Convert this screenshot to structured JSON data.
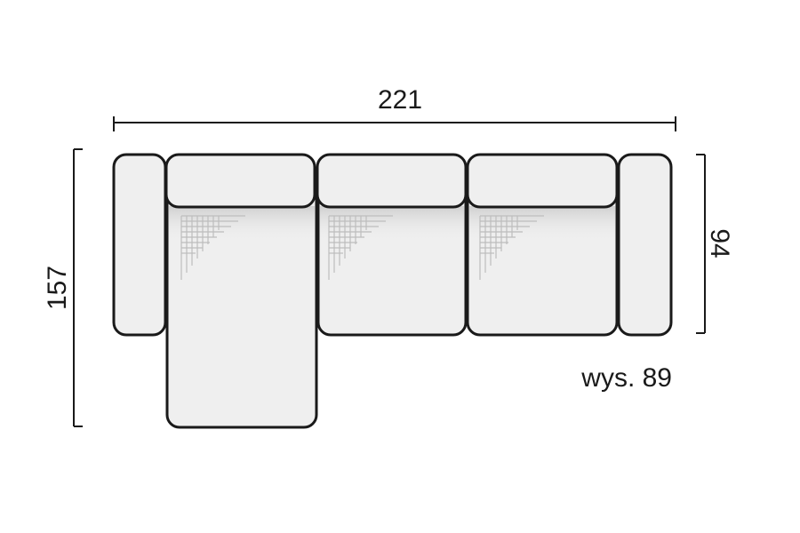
{
  "dimensions": {
    "width": "221",
    "depth_total": "157",
    "depth_seat": "94",
    "height": "wys. 89"
  },
  "colors": {
    "outline": "#1a1a1a",
    "upholstery": "#efefef",
    "background": "#ffffff",
    "stitching": "#bdbdbd"
  }
}
